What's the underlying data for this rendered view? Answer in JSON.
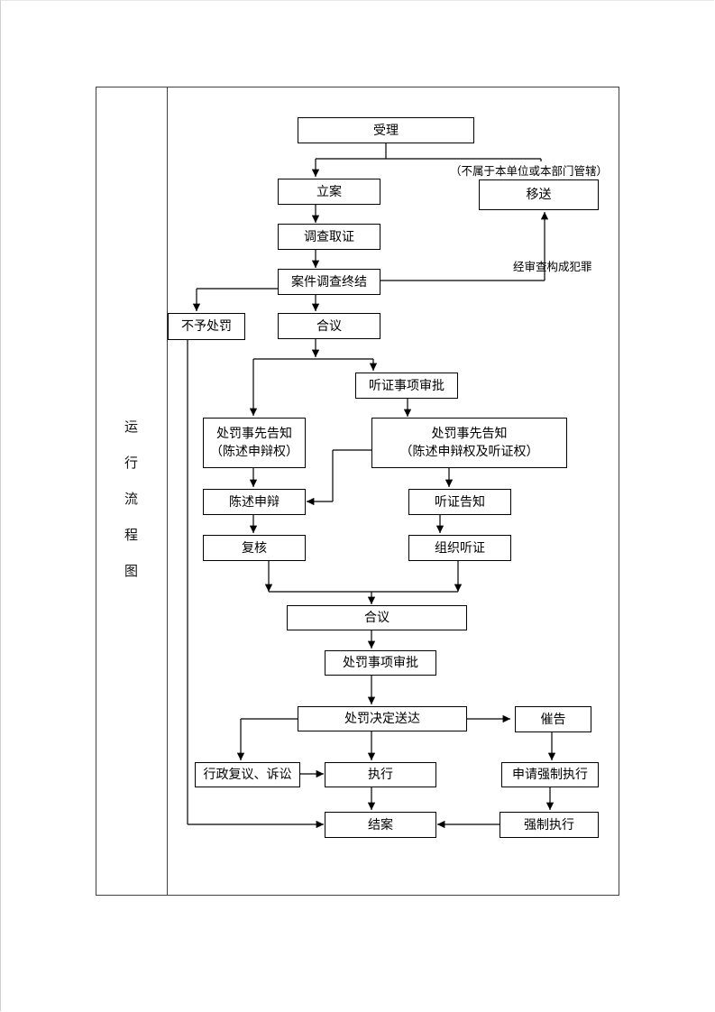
{
  "side_title": [
    "运",
    "行",
    "流",
    "程",
    "图"
  ],
  "nodes": {
    "accept": "受理",
    "transfer": "移送",
    "register": "立案",
    "investigate": "调查取证",
    "case_conclude": "案件调查终结",
    "no_penalty": "不予处罚",
    "deliberate1": "合议",
    "hearing_approval": "听证事项审批",
    "notice_defense_line1": "处罚事先告知",
    "notice_defense_line2": "（陈述申辩权）",
    "notice_hearing_line1": "处罚事先告知",
    "notice_hearing_line2": "（陈述申辩权及听证权）",
    "statement_defense": "陈述申辩",
    "hearing_notice": "听证告知",
    "review": "复核",
    "organize_hearing": "组织听证",
    "deliberate2": "合议",
    "penalty_approval": "处罚事项审批",
    "decision_delivery": "处罚决定送达",
    "urge": "催告",
    "admin_review": "行政复议、诉讼",
    "execute": "执行",
    "apply_enforce": "申请强制执行",
    "close_case": "结案",
    "forced_execute": "强制执行"
  },
  "labels": {
    "not_jurisdiction": "（不属于本单位或本部门管辖）",
    "crime_found": "经审查构成犯罪"
  }
}
